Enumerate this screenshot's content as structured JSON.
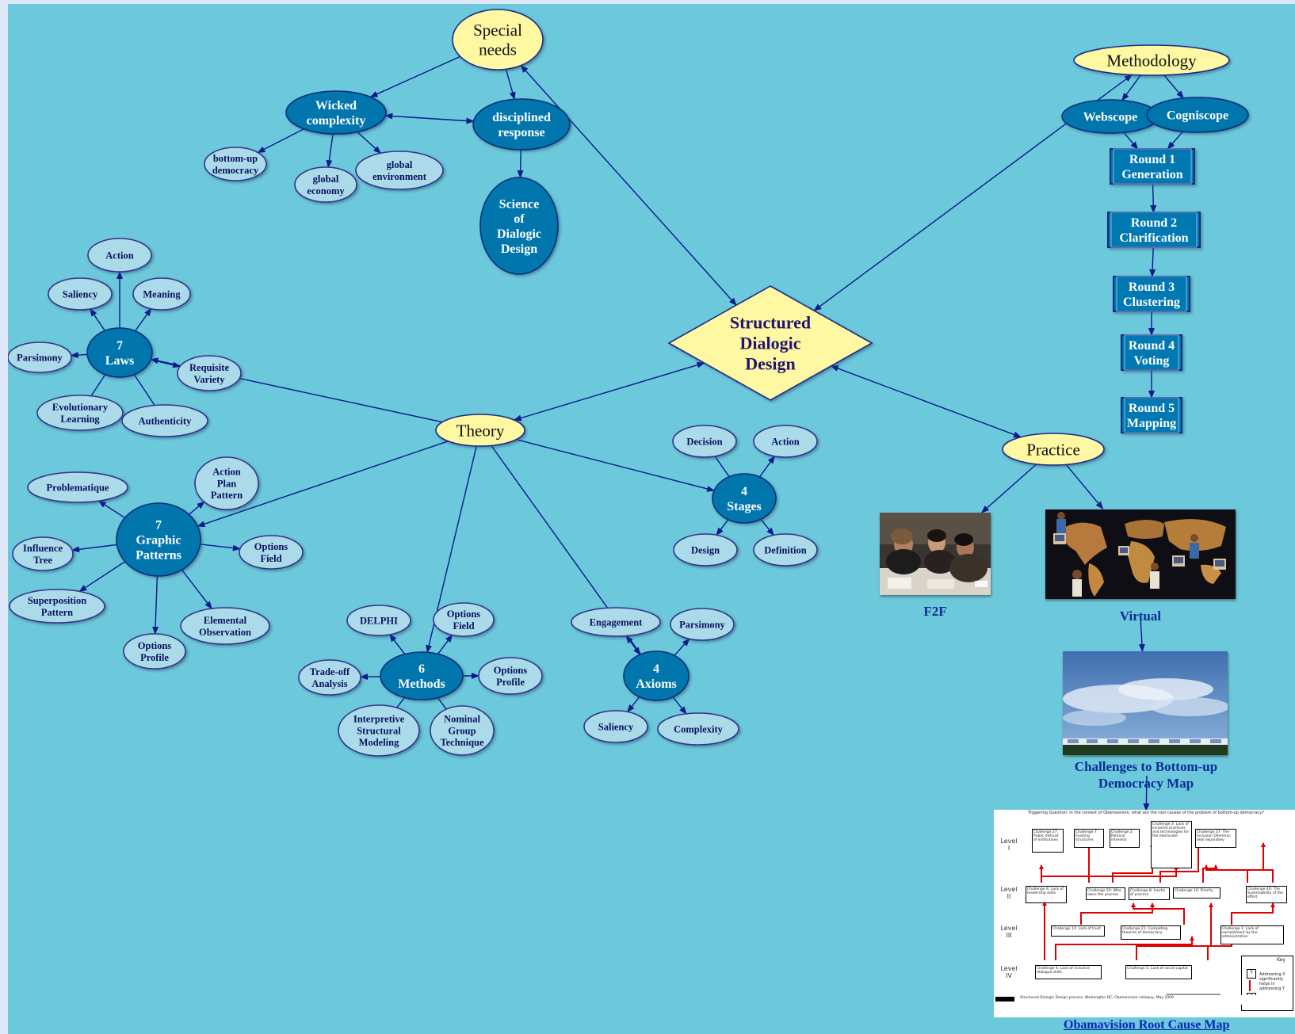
{
  "diagram": {
    "nodes": [
      {
        "id": "sdd",
        "label": "Structured\nDialogic\nDesign",
        "style": "diamond"
      },
      {
        "id": "special",
        "label": "Special\nneeds",
        "style": "yellow"
      },
      {
        "id": "methodology",
        "label": "Methodology",
        "style": "yellow"
      },
      {
        "id": "theory",
        "label": "Theory",
        "style": "yellow"
      },
      {
        "id": "practice",
        "label": "Practice",
        "style": "yellow"
      },
      {
        "id": "wicked",
        "label": "Wicked\ncomplexity",
        "style": "dark"
      },
      {
        "id": "disciplined",
        "label": "disciplined\nresponse",
        "style": "dark"
      },
      {
        "id": "science",
        "label": "Science\nof\nDialogic\nDesign",
        "style": "dark"
      },
      {
        "id": "bud",
        "label": "bottom-up\ndemocracy",
        "style": "light"
      },
      {
        "id": "geco",
        "label": "global\neconomy",
        "style": "light"
      },
      {
        "id": "genv",
        "label": "global\nenvironment",
        "style": "light"
      },
      {
        "id": "webscope",
        "label": "Webscope",
        "style": "dark"
      },
      {
        "id": "cogniscope",
        "label": "Cogniscope",
        "style": "dark"
      },
      {
        "id": "r1",
        "label": "Round 1\nGeneration",
        "style": "box"
      },
      {
        "id": "r2",
        "label": "Round 2\nClarification",
        "style": "box"
      },
      {
        "id": "r3",
        "label": "Round 3\nClustering",
        "style": "box"
      },
      {
        "id": "r4",
        "label": "Round 4\nVoting",
        "style": "box"
      },
      {
        "id": "r5",
        "label": "Round 5\nMapping",
        "style": "box"
      },
      {
        "id": "laws",
        "label": "7\nLaws",
        "style": "dark"
      },
      {
        "id": "l_action",
        "label": "Action",
        "style": "light"
      },
      {
        "id": "l_saliency",
        "label": "Saliency",
        "style": "light"
      },
      {
        "id": "l_meaning",
        "label": "Meaning",
        "style": "light"
      },
      {
        "id": "l_pars",
        "label": "Parsimony",
        "style": "light"
      },
      {
        "id": "l_req",
        "label": "Requisite\nVariety",
        "style": "light"
      },
      {
        "id": "l_evo",
        "label": "Evolutionary\nLearning",
        "style": "light"
      },
      {
        "id": "l_auth",
        "label": "Authenticity",
        "style": "light"
      },
      {
        "id": "gp",
        "label": "7\nGraphic\nPatterns",
        "style": "dark"
      },
      {
        "id": "g_prob",
        "label": "Problematique",
        "style": "light"
      },
      {
        "id": "g_app",
        "label": "Action\nPlan\nPattern",
        "style": "light"
      },
      {
        "id": "g_inf",
        "label": "Influence\nTree",
        "style": "light"
      },
      {
        "id": "g_of",
        "label": "Options\nField",
        "style": "light"
      },
      {
        "id": "g_sup",
        "label": "Superposition\nPattern",
        "style": "light"
      },
      {
        "id": "g_op",
        "label": "Options\nProfile",
        "style": "light"
      },
      {
        "id": "g_eo",
        "label": "Elemental\nObservation",
        "style": "light"
      },
      {
        "id": "stages",
        "label": "4\nStages",
        "style": "dark"
      },
      {
        "id": "s_dec",
        "label": "Decision",
        "style": "light"
      },
      {
        "id": "s_act",
        "label": "Action",
        "style": "light"
      },
      {
        "id": "s_des",
        "label": "Design",
        "style": "light"
      },
      {
        "id": "s_def",
        "label": "Definition",
        "style": "light"
      },
      {
        "id": "methods",
        "label": "6\nMethods",
        "style": "dark"
      },
      {
        "id": "m_delphi",
        "label": "DELPHI",
        "style": "light"
      },
      {
        "id": "m_of",
        "label": "Options\nField",
        "style": "light"
      },
      {
        "id": "m_toa",
        "label": "Trade-off\nAnalysis",
        "style": "light"
      },
      {
        "id": "m_op",
        "label": "Options\nProfile",
        "style": "light"
      },
      {
        "id": "m_ism",
        "label": "Interpretive\nStructural\nModeling",
        "style": "light"
      },
      {
        "id": "m_ngt",
        "label": "Nominal\nGroup\nTechnique",
        "style": "light"
      },
      {
        "id": "axioms",
        "label": "4\nAxioms",
        "style": "dark"
      },
      {
        "id": "a_eng",
        "label": "Engagement",
        "style": "light"
      },
      {
        "id": "a_pars",
        "label": "Parsimony",
        "style": "light"
      },
      {
        "id": "a_sal",
        "label": "Saliency",
        "style": "light"
      },
      {
        "id": "a_comp",
        "label": "Complexity",
        "style": "light"
      }
    ],
    "edges": [
      {
        "from": "sdd",
        "to": "special",
        "both": true
      },
      {
        "from": "sdd",
        "to": "methodology",
        "both": true
      },
      {
        "from": "sdd",
        "to": "theory",
        "both": true
      },
      {
        "from": "sdd",
        "to": "practice",
        "both": true
      },
      {
        "from": "special",
        "to": "wicked"
      },
      {
        "from": "special",
        "to": "disciplined"
      },
      {
        "from": "wicked",
        "to": "disciplined",
        "both": true
      },
      {
        "from": "disciplined",
        "to": "science"
      },
      {
        "from": "wicked",
        "to": "bud"
      },
      {
        "from": "wicked",
        "to": "geco"
      },
      {
        "from": "wicked",
        "to": "genv"
      },
      {
        "from": "methodology",
        "to": "webscope"
      },
      {
        "from": "methodology",
        "to": "cogniscope"
      },
      {
        "from": "webscope",
        "to": "r1"
      },
      {
        "from": "cogniscope",
        "to": "r1"
      },
      {
        "from": "r1",
        "to": "r2"
      },
      {
        "from": "r2",
        "to": "r3"
      },
      {
        "from": "r3",
        "to": "r4"
      },
      {
        "from": "r4",
        "to": "r5"
      },
      {
        "from": "theory",
        "to": "laws"
      },
      {
        "from": "theory",
        "to": "gp"
      },
      {
        "from": "theory",
        "to": "stages"
      },
      {
        "from": "theory",
        "to": "methods"
      },
      {
        "from": "theory",
        "to": "axioms",
        "plain": true
      },
      {
        "from": "laws",
        "to": "l_action"
      },
      {
        "from": "laws",
        "to": "l_saliency"
      },
      {
        "from": "laws",
        "to": "l_meaning"
      },
      {
        "from": "laws",
        "to": "l_pars"
      },
      {
        "from": "laws",
        "to": "l_req"
      },
      {
        "from": "laws",
        "to": "l_evo",
        "plain": true
      },
      {
        "from": "laws",
        "to": "l_auth",
        "plain": true
      },
      {
        "from": "gp",
        "to": "g_prob"
      },
      {
        "from": "gp",
        "to": "g_app"
      },
      {
        "from": "gp",
        "to": "g_inf"
      },
      {
        "from": "gp",
        "to": "g_of"
      },
      {
        "from": "gp",
        "to": "g_sup"
      },
      {
        "from": "gp",
        "to": "g_op"
      },
      {
        "from": "gp",
        "to": "g_eo"
      },
      {
        "from": "stages",
        "to": "s_dec",
        "plain": true
      },
      {
        "from": "stages",
        "to": "s_act"
      },
      {
        "from": "stages",
        "to": "s_des"
      },
      {
        "from": "stages",
        "to": "s_def"
      },
      {
        "from": "methods",
        "to": "m_delphi"
      },
      {
        "from": "methods",
        "to": "m_of"
      },
      {
        "from": "methods",
        "to": "m_toa"
      },
      {
        "from": "methods",
        "to": "m_op"
      },
      {
        "from": "methods",
        "to": "m_ism",
        "plain": true
      },
      {
        "from": "methods",
        "to": "m_ngt",
        "plain": true
      },
      {
        "from": "axioms",
        "to": "a_eng"
      },
      {
        "from": "a_eng",
        "to": "axioms"
      },
      {
        "from": "axioms",
        "to": "a_pars"
      },
      {
        "from": "axioms",
        "to": "a_sal"
      },
      {
        "from": "axioms",
        "to": "a_comp"
      },
      {
        "from": "practice",
        "to": "f2f_photo"
      },
      {
        "from": "practice",
        "to": "virtual_photo"
      },
      {
        "from": "virtual_label",
        "to": "challenges_photo"
      },
      {
        "from": "challenges_label",
        "to": "rcm_image"
      }
    ]
  },
  "practice": {
    "f2f_label": "F2F",
    "virtual_label": "Virtual",
    "challenges_label": "Challenges to Bottom-up Democracy Map",
    "root_cause_map_link": "Obamavision Root Cause Map"
  },
  "root_cause_map": {
    "header": "Triggering Question: In the context of Obamavision, what are the root causes of the problem of bottom-up democracy?",
    "levels": [
      "Level\nI",
      "Level\nII",
      "Level\nIII",
      "Level\nIV"
    ],
    "boxes": [
      "Challenge 27: Public distrust of institutions",
      "Challenge 7: Existing structures",
      "Challenge 2: Political interests",
      "Challenge 3: Lack of inclusive practices and technologies for the electorate",
      "Challenge 37: The Inclusion Dilemma: deal separately",
      "Challenge 9: Lack of leadership skills",
      "Challenge 20: Who owns the process",
      "Challenge 8: Inertia of process",
      "Challenge 10: Priority",
      "Challenge 46: The Sustainability of the effort",
      "Challenge 14: Lack of trust",
      "Challenge 21: Competing theories of democracy",
      "Challenge 1: Lack of commitment by the administration",
      "Challenge 4: Lack of inclusive dialogue skills",
      "Challenge 5: Lack of social capital"
    ],
    "key": {
      "title": "Key",
      "y": "Y",
      "x": "X",
      "text": "Addressing X significantly helps in addressing Y"
    },
    "footer": "Structured Dialogic Design process, Washington DC, Obamavision colloquy, May 2009"
  }
}
